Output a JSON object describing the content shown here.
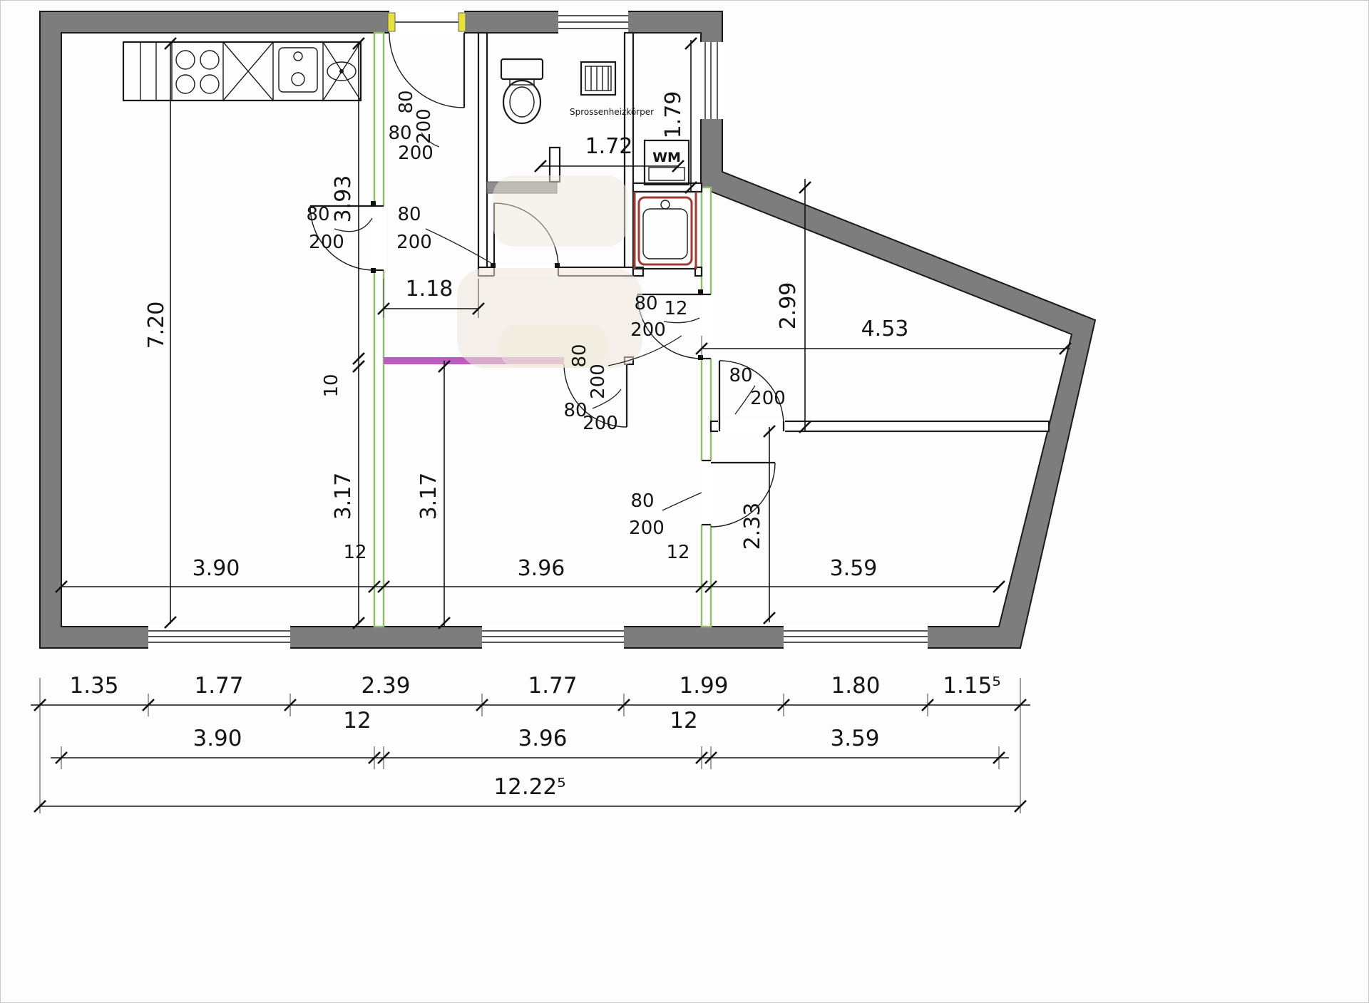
{
  "drawing": {
    "type": "architectural-floor-plan",
    "colors": {
      "wall": "#7d7d7d",
      "line": "#1a1a1a",
      "new_wall_green": "#8fbf6f",
      "new_wall_magenta": "#bd5cbd",
      "jamb_yellow": "#e6e23c",
      "fixture_red": "#a03a35"
    }
  },
  "labels": {
    "washing_machine": "WM",
    "radiator": "Sprossenheizkörper"
  },
  "dims": {
    "door_width": "80",
    "door_height": "200",
    "wall_12": "12",
    "wall_10": "10",
    "left_room_depth": "7.20",
    "front_left_depth": "3.93",
    "hall_width": "1.18",
    "bath_width": "1.72",
    "utility_depth": "1.79",
    "upper_right_depth": "2.99",
    "upper_right_width": "4.53",
    "mid_room_depth": "3.17",
    "lower_right_depth": "2.33",
    "left_room_width": "3.90",
    "mid_room_width": "3.96",
    "right_room_width": "3.59",
    "chain": [
      "1.35",
      "1.77",
      "2.39",
      "1.77",
      "1.99",
      "1.80",
      "1.15⁵"
    ],
    "total_width": "12.22⁵"
  }
}
